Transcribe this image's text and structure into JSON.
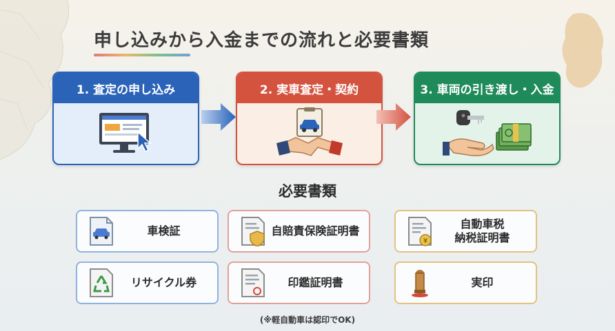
{
  "title": "申し込みから入金までの流れと必要書類",
  "steps": [
    {
      "label": "1. 査定の申し込み",
      "icon": "computer-monitor-icon",
      "color": "#2a63b8"
    },
    {
      "label": "2. 実車査定・契約",
      "icon": "handshake-car-icon",
      "color": "#d4533f"
    },
    {
      "label": "3. 車両の引き渡し・入金",
      "icon": "key-and-money-icon",
      "color": "#1f8a5a"
    }
  ],
  "documents_title": "必要書類",
  "documents": [
    {
      "label": "車検証",
      "icon": "car-document-icon"
    },
    {
      "label": "自賠責保険証明書",
      "icon": "shield-document-icon"
    },
    {
      "label": "自動車税\n納税証明書",
      "icon": "yen-document-icon"
    },
    {
      "label": "リサイクル券",
      "icon": "recycle-document-icon"
    },
    {
      "label": "印鑑証明書",
      "icon": "stamp-document-icon"
    },
    {
      "label": "実印",
      "icon": "seal-stamp-icon"
    }
  ],
  "note": "(※軽自動車は認印でOK)"
}
